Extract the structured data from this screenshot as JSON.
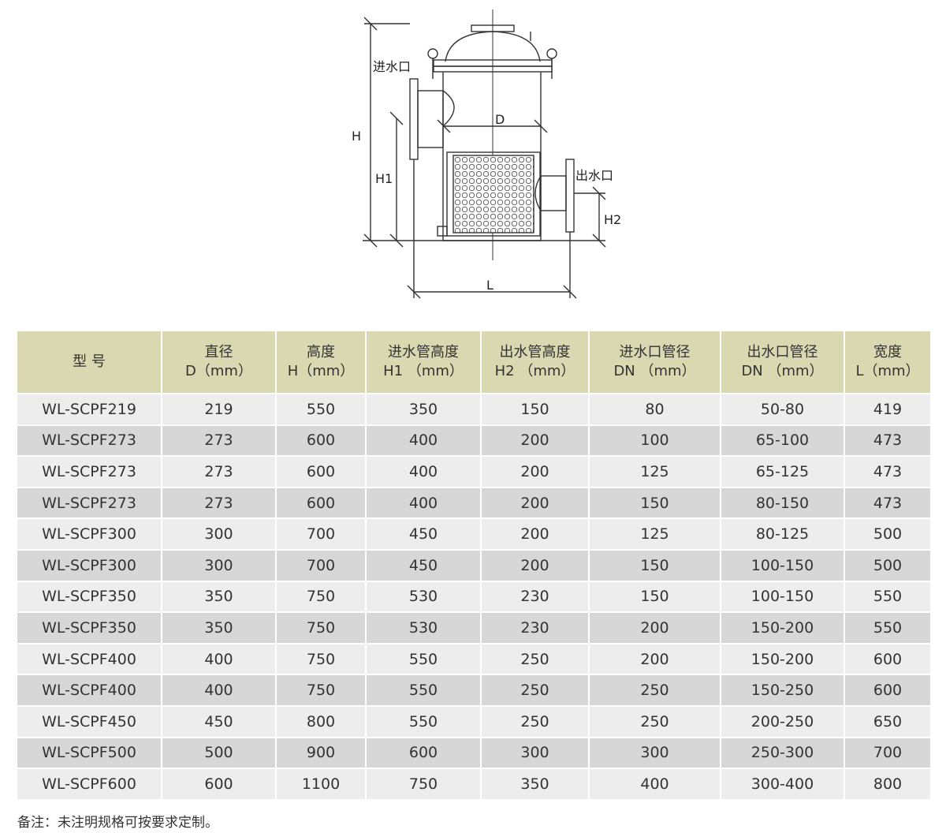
{
  "diagram": {
    "labels": {
      "inlet": "进水口",
      "outlet": "出水口",
      "H": "H",
      "H1": "H1",
      "H2": "H2",
      "D": "D",
      "L": "L"
    }
  },
  "table": {
    "headers": [
      {
        "line1": "型  号",
        "line2": ""
      },
      {
        "line1": "直径",
        "line2": "D（mm）"
      },
      {
        "line1": "高度",
        "line2": "H（mm）"
      },
      {
        "line1": "进水管高度",
        "line2": "H1 （mm）"
      },
      {
        "line1": "出水管高度",
        "line2": "H2 （mm）"
      },
      {
        "line1": "进水口管径",
        "line2": "DN （mm）"
      },
      {
        "line1": "出水口管径",
        "line2": "DN （mm）"
      },
      {
        "line1": "宽度",
        "line2": "L（mm）"
      }
    ],
    "rows": [
      [
        "WL-SCPF219",
        "219",
        "550",
        "350",
        "150",
        "80",
        "50-80",
        "419"
      ],
      [
        "WL-SCPF273",
        "273",
        "600",
        "400",
        "200",
        "100",
        "65-100",
        "473"
      ],
      [
        "WL-SCPF273",
        "273",
        "600",
        "400",
        "200",
        "125",
        "65-125",
        "473"
      ],
      [
        "WL-SCPF273",
        "273",
        "600",
        "400",
        "200",
        "150",
        "80-150",
        "473"
      ],
      [
        "WL-SCPF300",
        "300",
        "700",
        "450",
        "200",
        "125",
        "80-125",
        "500"
      ],
      [
        "WL-SCPF300",
        "300",
        "700",
        "450",
        "200",
        "150",
        "100-150",
        "500"
      ],
      [
        "WL-SCPF350",
        "350",
        "750",
        "530",
        "230",
        "150",
        "100-150",
        "550"
      ],
      [
        "WL-SCPF350",
        "350",
        "750",
        "530",
        "230",
        "200",
        "150-200",
        "550"
      ],
      [
        "WL-SCPF400",
        "400",
        "750",
        "550",
        "250",
        "200",
        "150-200",
        "600"
      ],
      [
        "WL-SCPF400",
        "400",
        "750",
        "550",
        "250",
        "250",
        "150-250",
        "600"
      ],
      [
        "WL-SCPF450",
        "450",
        "800",
        "550",
        "250",
        "250",
        "200-250",
        "650"
      ],
      [
        "WL-SCPF500",
        "500",
        "900",
        "600",
        "300",
        "300",
        "250-300",
        "700"
      ],
      [
        "WL-SCPF600",
        "600",
        "1100",
        "750",
        "350",
        "400",
        "300-400",
        "800"
      ]
    ]
  },
  "note": "备注：未注明规格可按要求定制。",
  "colors": {
    "header_bg": "#d9d8b0",
    "row_light": "#ededed",
    "row_dark": "#d7d7d7"
  }
}
